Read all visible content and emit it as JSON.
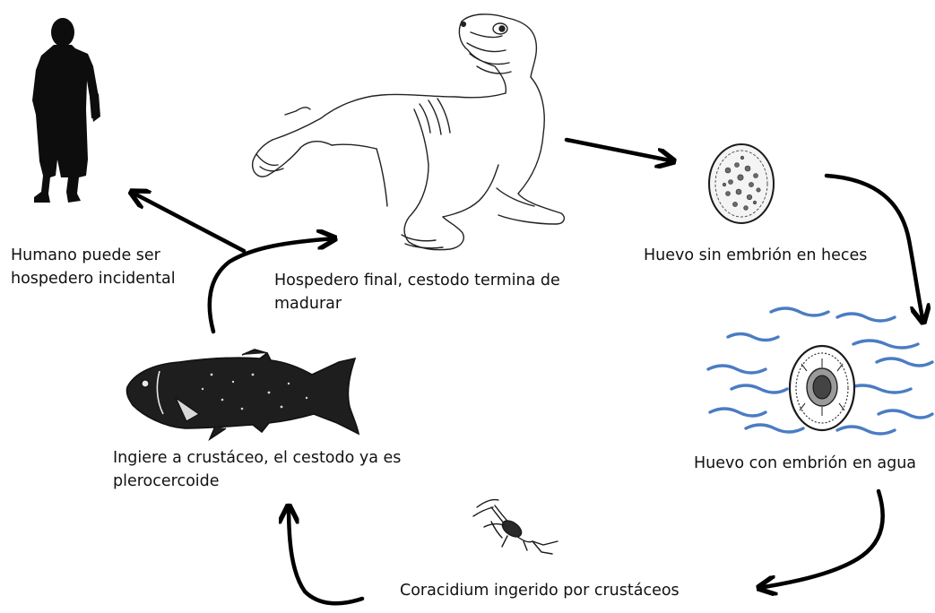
{
  "labels": {
    "human": [
      "Humano puede ser",
      "hospedero incidental"
    ],
    "final_host": [
      "Hospedero final, cestodo termina de",
      "madurar"
    ],
    "egg_feces": [
      "Huevo sin embrión en heces"
    ],
    "egg_water": [
      "Huevo con embrión en agua"
    ],
    "coracidium": [
      "Coracidium ingerido por crustáceos"
    ],
    "fish": [
      "Ingiere a crustáceo, el cestodo ya es",
      "plerocercoide"
    ]
  },
  "colors": {
    "arrow": "#000000",
    "ink": "#1a1a1a",
    "water": "#4a7cc4",
    "fish": "#222222"
  },
  "icons": {
    "human": "human-silhouette-icon",
    "seal": "sea-lion-icon",
    "egg": "egg-icon",
    "egg_embryo": "embryonated-egg-icon",
    "crustacean": "copepod-icon",
    "fish": "fish-icon"
  }
}
